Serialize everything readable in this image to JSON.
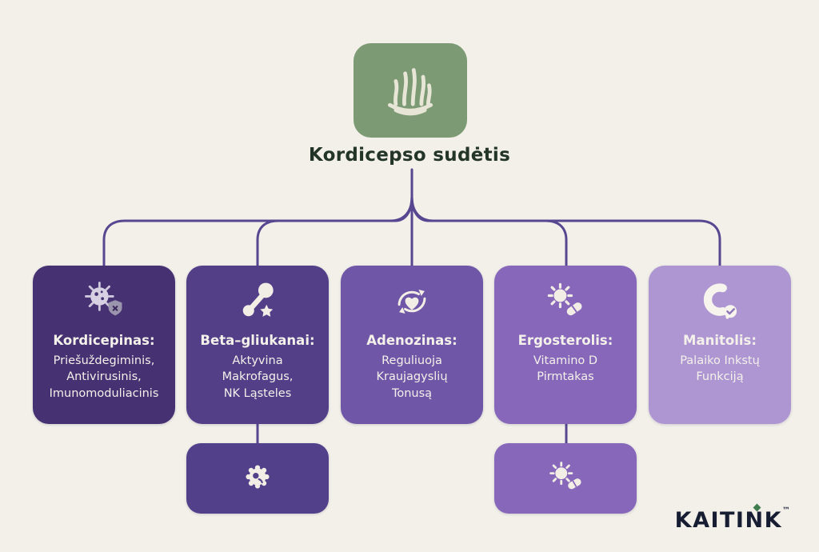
{
  "background_color": "#f2f0e9",
  "header": {
    "icon": "cordyceps-mushroom-icon",
    "icon_bg_color": "#7c9a74",
    "title": "Kordicepso sudėtis"
  },
  "connector_color": "#584691",
  "branches": [
    {
      "icon": "virus-shield-icon",
      "color": "#463173",
      "title": "Kordicepinas:",
      "description": "Priešuždegiminis,\nAntivirusinis,\nImunomoduliacinis",
      "sub": null
    },
    {
      "icon": "molecule-star-icon",
      "color": "#523f88",
      "title": "Beta–gliukanai:",
      "description": "Aktyvina\nMakrofagus,\nNK Ląsteles",
      "sub": {
        "icon": "pathogen-cell-icon",
        "color": "#53408a"
      }
    },
    {
      "icon": "heart-cycle-icon",
      "color": "#6f56a6",
      "title": "Adenozinas:",
      "description": "Reguliuoja\nKraujagyslių\nTonusą",
      "sub": null
    },
    {
      "icon": "sun-pill-icon",
      "color": "#8767ba",
      "title": "Ergosterolis:",
      "description": "Vitamino D\nPirmtakas",
      "sub": {
        "icon": "sun-capsule-icon",
        "color": "#8767ba"
      }
    },
    {
      "icon": "kidney-check-icon",
      "color": "#ae96d2",
      "title": "Manitolis:",
      "description": "Palaiko Inkstų\nFunkciją",
      "sub": null
    }
  ],
  "footer": {
    "brand": "KAITINK",
    "tm": "™"
  }
}
